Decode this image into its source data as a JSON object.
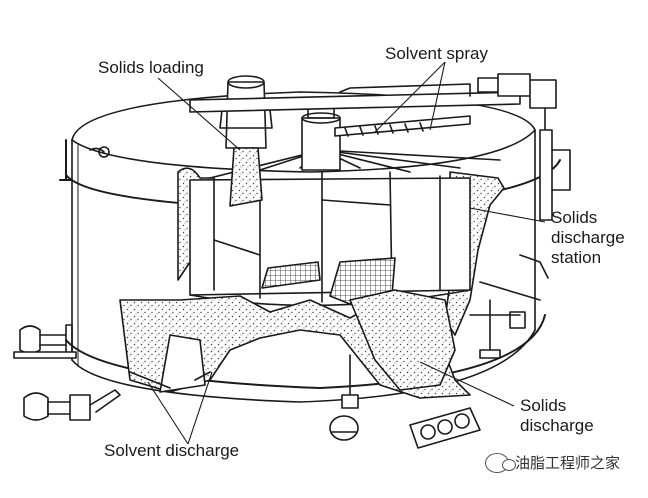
{
  "labels": {
    "solids_loading": "Solids loading",
    "solvent_spray": "Solvent spray",
    "solids_discharge_station": [
      "Solids",
      "discharge",
      "station"
    ],
    "solids_discharge": [
      "Solids",
      "discharge"
    ],
    "solvent_discharge": "Solvent discharge"
  },
  "watermark": {
    "text": "油脂工程师之家",
    "icon": "wechat-icon"
  },
  "colors": {
    "line": "#1a1a1a",
    "fill": "#ffffff",
    "stipple": "#555555"
  }
}
